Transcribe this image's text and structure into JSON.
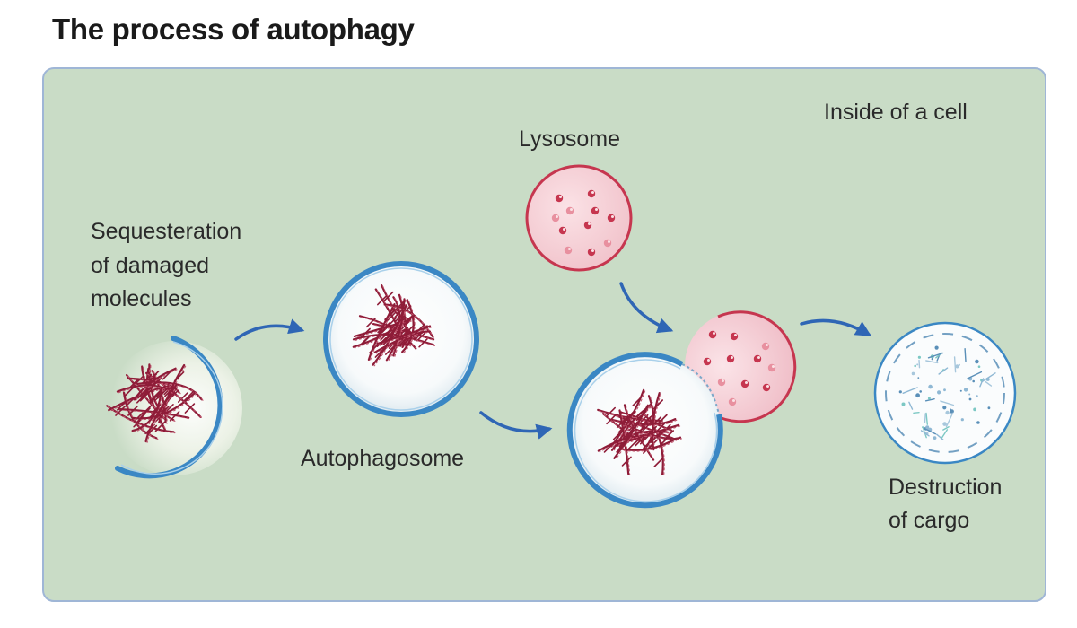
{
  "title": "The process of autophagy",
  "labels": {
    "cell_interior": "Inside of a cell",
    "lysosome": "Lysosome",
    "sequestration": [
      "Sequesteration",
      "of damaged",
      "molecules"
    ],
    "autophagosome": "Autophagosome",
    "destruction": [
      "Destruction",
      "of cargo"
    ]
  },
  "colors": {
    "panel_background": "#c9dcc6",
    "panel_border": "#9fb6d6",
    "membrane_blue": "#3a87c4",
    "lysosome_red": "#c6364f",
    "cargo_red": "#8e1c38",
    "arrow_blue": "#2f66b5"
  }
}
